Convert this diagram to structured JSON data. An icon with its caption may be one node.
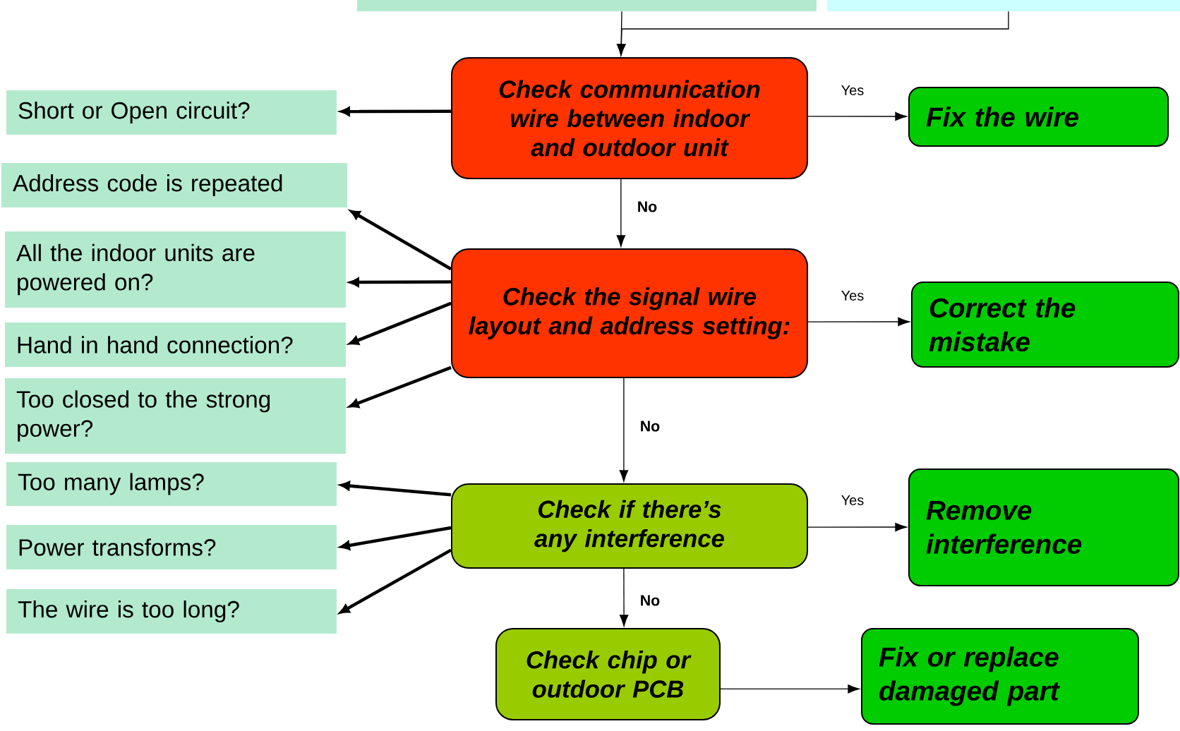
{
  "diagram": {
    "nodes": [
      {
        "text": [],
        "shape": "box"
      },
      {
        "text": [],
        "shape": "box"
      },
      {
        "text": [
          "Check communication wire between indoor and outdoor unit"
        ]
      },
      {
        "text": [
          "Fix the wire"
        ]
      },
      {
        "text": [
          "Short or Open circuit?"
        ]
      },
      {
        "text": [
          "Address code is repeated"
        ]
      },
      {
        "text": [
          "All the indoor units are powered on?"
        ]
      },
      {
        "text": [
          "Check the signal wire layout and address setting:"
        ]
      },
      {
        "text": [
          "Correct  the mistake"
        ]
      },
      {
        "text": [
          "Hand in hand connection?"
        ]
      },
      {
        "text": [
          "Too closed to the strong power?"
        ]
      },
      {
        "text": [
          "Too many lamps?"
        ]
      },
      {
        "text": [
          "Check if there’s any interference"
        ]
      },
      {
        "text": [
          "Remove interference"
        ]
      },
      {
        "text": [
          "Power transforms?"
        ]
      },
      {
        "text": [
          "The wire is too long?"
        ]
      },
      {
        "text": [
          "Check chip or outdoor PCB"
        ]
      },
      {
        "text": [
          "Fix or replace damaged part"
        ]
      }
    ],
    "edges": [
      {
        "from": 0,
        "to": 2,
        "arrow": "to"
      },
      {
        "from": 1,
        "to": 2,
        "arrow": "to"
      },
      {
        "from": 2,
        "to": 3,
        "arrow": "to",
        "label": "Yes"
      },
      {
        "from": 2,
        "to": 4,
        "arrow": "to",
        "style": "thick"
      },
      {
        "from": 2,
        "to": 7,
        "arrow": "to",
        "label": "No"
      },
      {
        "from": 7,
        "to": 8,
        "arrow": "to",
        "label": "Yes"
      },
      {
        "from": 7,
        "to": 5,
        "arrow": "to",
        "style": "thick"
      },
      {
        "from": 7,
        "to": 6,
        "arrow": "to",
        "style": "thick"
      },
      {
        "from": 7,
        "to": 9,
        "arrow": "to",
        "style": "thick"
      },
      {
        "from": 7,
        "to": 10,
        "arrow": "to",
        "style": "thick"
      },
      {
        "from": 7,
        "to": 12,
        "arrow": "to",
        "label": "No"
      },
      {
        "from": 12,
        "to": 13,
        "arrow": "to",
        "label": "Yes"
      },
      {
        "from": 12,
        "to": 11,
        "arrow": "to",
        "style": "thick"
      },
      {
        "from": 12,
        "to": 14,
        "arrow": "to",
        "style": "thick"
      },
      {
        "from": 12,
        "to": 15,
        "arrow": "to",
        "style": "thick"
      },
      {
        "from": 12,
        "to": 16,
        "arrow": "to",
        "label": "No"
      },
      {
        "from": 16,
        "to": 17,
        "arrow": "to"
      }
    ]
  }
}
